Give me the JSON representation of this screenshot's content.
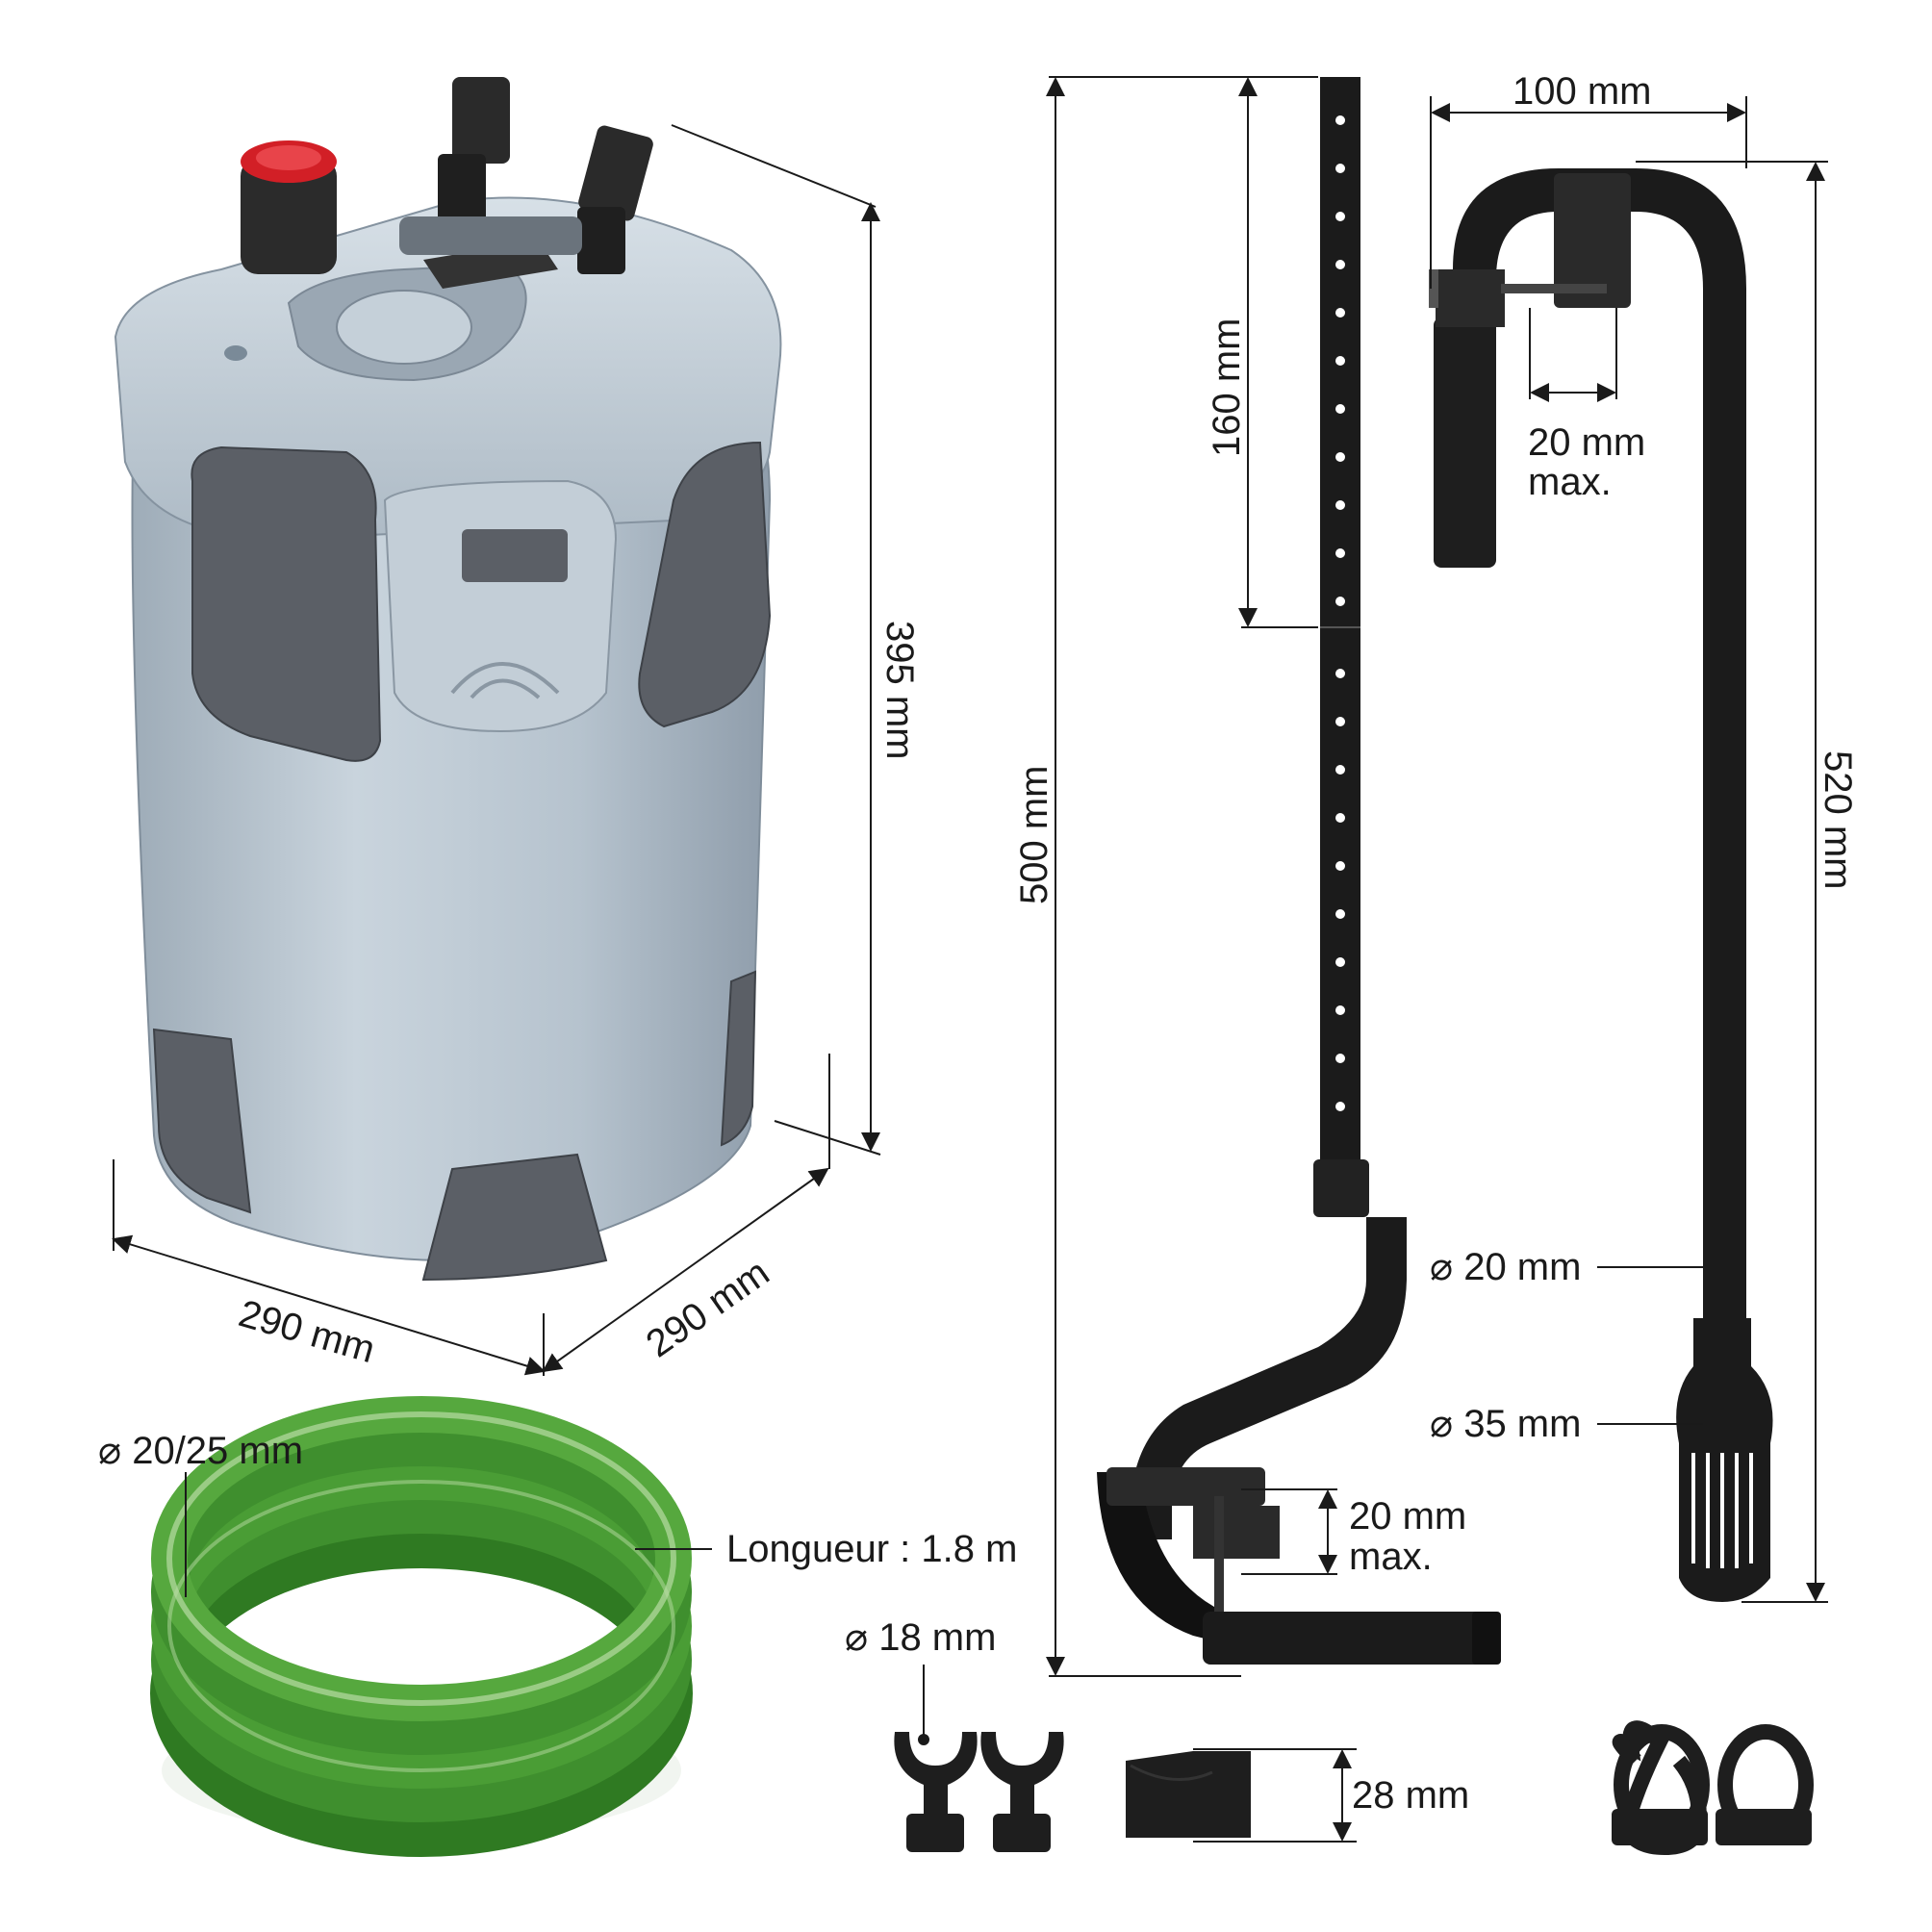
{
  "canister": {
    "height_label": "395 mm",
    "width_label": "290 mm",
    "depth_label": "290 mm"
  },
  "intake_pipe": {
    "total_label": "500 mm",
    "segment_label": "160 mm",
    "clamp_label_line1": "20 mm",
    "clamp_label_line2": "max."
  },
  "outlet_pipe": {
    "width_label": "100 mm",
    "height_label": "520 mm",
    "clamp_label_line1": "20 mm",
    "clamp_label_line2": "max.",
    "pipe_diameter_label": "⌀ 20 mm",
    "strainer_diameter_label": "⌀ 35 mm"
  },
  "hose": {
    "diameter_label": "⌀ 20/25 mm",
    "length_label": "Longueur : 1.8 m"
  },
  "accessories": {
    "clip_diameter_label": "⌀ 18 mm",
    "nozzle_label": "28 mm"
  },
  "colors": {
    "body": "#b9c5cf",
    "dark_panel": "#5b5f66",
    "pipe": "#1b1b1b",
    "hose": "#3f8f2e",
    "valve_red": "#d21f26"
  }
}
